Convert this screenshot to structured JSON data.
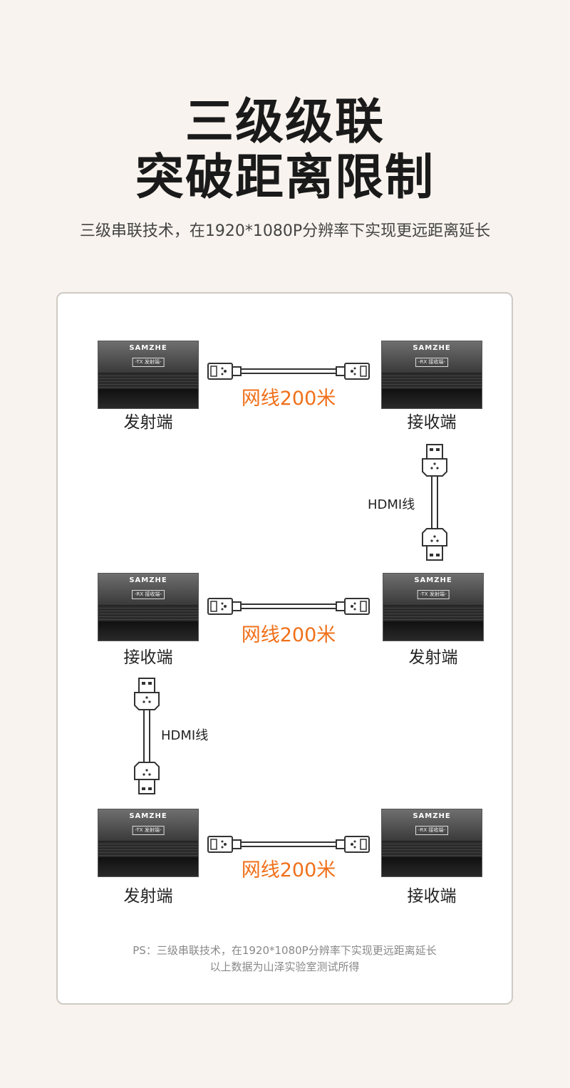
{
  "header": {
    "title_line1": "三级级联",
    "title_line2": "突破距离限制",
    "subtitle": "三级串联技术，在1920*1080P分辨率下实现更远距离延长"
  },
  "device": {
    "brand": "SAMZHE",
    "tx_tag": "-TX 发射端-",
    "rx_tag": "-RX 接收端-"
  },
  "labels": {
    "transmitter": "发射端",
    "receiver": "接收端",
    "lan_cable": "网线200米",
    "hdmi_cable": "HDMI线"
  },
  "footer": {
    "ps_line1": "PS：三级串联技术，在1920*1080P分辨率下实现更远距离延长",
    "ps_line2": "以上数据为山泽实验室测试所得"
  },
  "colors": {
    "background": "#f8f3ee",
    "accent_orange": "#f0701a",
    "panel_border": "#cfcac4"
  }
}
